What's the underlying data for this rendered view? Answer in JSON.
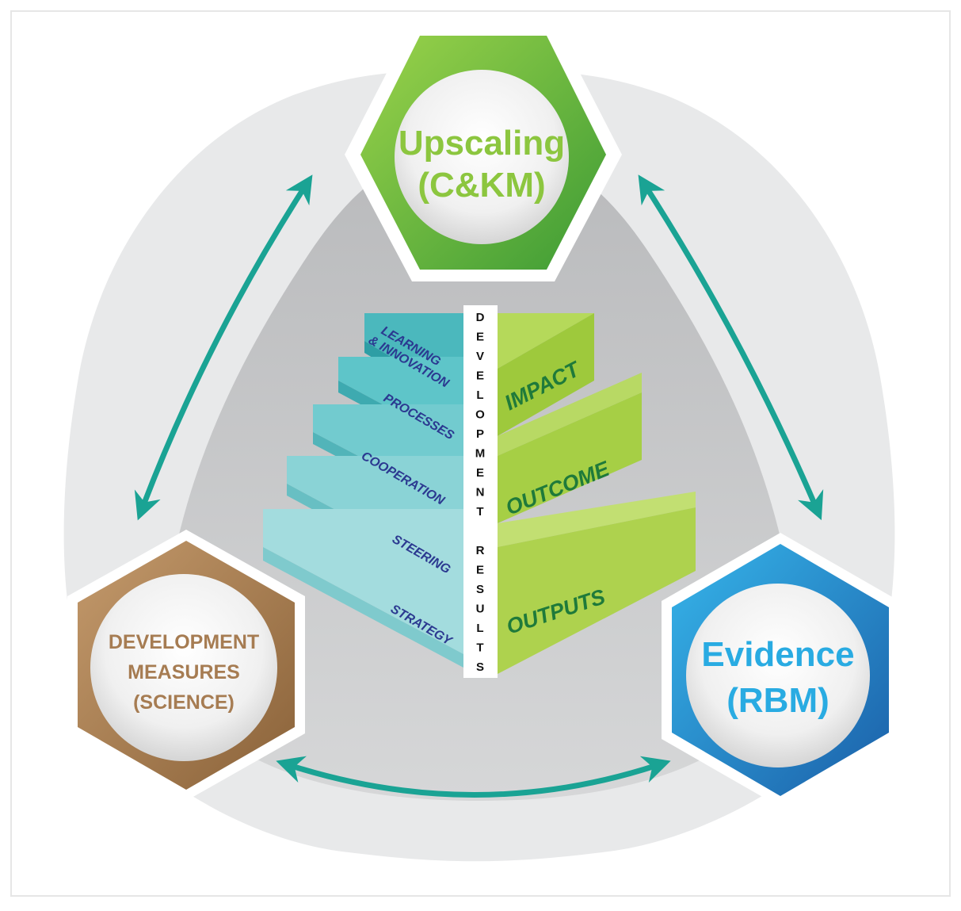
{
  "nodes": {
    "top": {
      "line1": "Upscaling",
      "line2": "(C&KM)",
      "color": "#8cc63f"
    },
    "left": {
      "line1": "DEVELOPMENT",
      "line2": "MEASURES",
      "line3": "(SCIENCE)",
      "color": "#a67c52"
    },
    "right": {
      "line1": "Evidence",
      "line2": "(RBM)",
      "color": "#29abe2"
    }
  },
  "steps_left": {
    "s1a": "LEARNING",
    "s1b": "& INNOVATION",
    "s2": "PROCESSES",
    "s3": "COOPERATION",
    "s4": "STEERING",
    "s5": "STRATEGY"
  },
  "steps_right": {
    "r1": "IMPACT",
    "r2": "OUTCOME",
    "r3": "OUTPUTS"
  },
  "center_vertical": [
    "D",
    "E",
    "V",
    "E",
    "L",
    "O",
    "P",
    "M",
    "E",
    "N",
    "T",
    "",
    "R",
    "E",
    "S",
    "U",
    "L",
    "T",
    "S"
  ],
  "colors": {
    "arrow": "#1aa394",
    "teal_step": "#5cc4c8",
    "green_step": "#a8d046",
    "panel": "#c8c9cb",
    "ring": "#e9eaeb"
  }
}
